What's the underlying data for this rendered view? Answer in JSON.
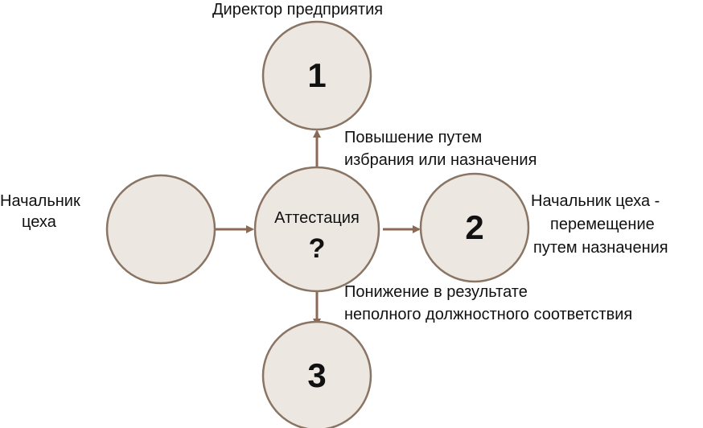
{
  "diagram": {
    "top_label": "Директор предприятия",
    "left_label": [
      "Начальник",
      "цеха"
    ],
    "right_label": [
      "Начальник цеха -",
      "перемещение",
      "путем назначения"
    ],
    "up_arrow_label": [
      "Повышение путем",
      "избрания или назначения"
    ],
    "down_arrow_label": [
      "Понижение в результате",
      "неполного должностного соответствия"
    ],
    "center_title": "Аттестация",
    "center_symbol": "?",
    "node_top_number": "1",
    "node_right_number": "2",
    "node_bottom_number": "3"
  },
  "colors": {
    "circle_fill": "#ece7e1",
    "circle_stroke": "#8a7464",
    "arrow": "#8a6a55"
  }
}
